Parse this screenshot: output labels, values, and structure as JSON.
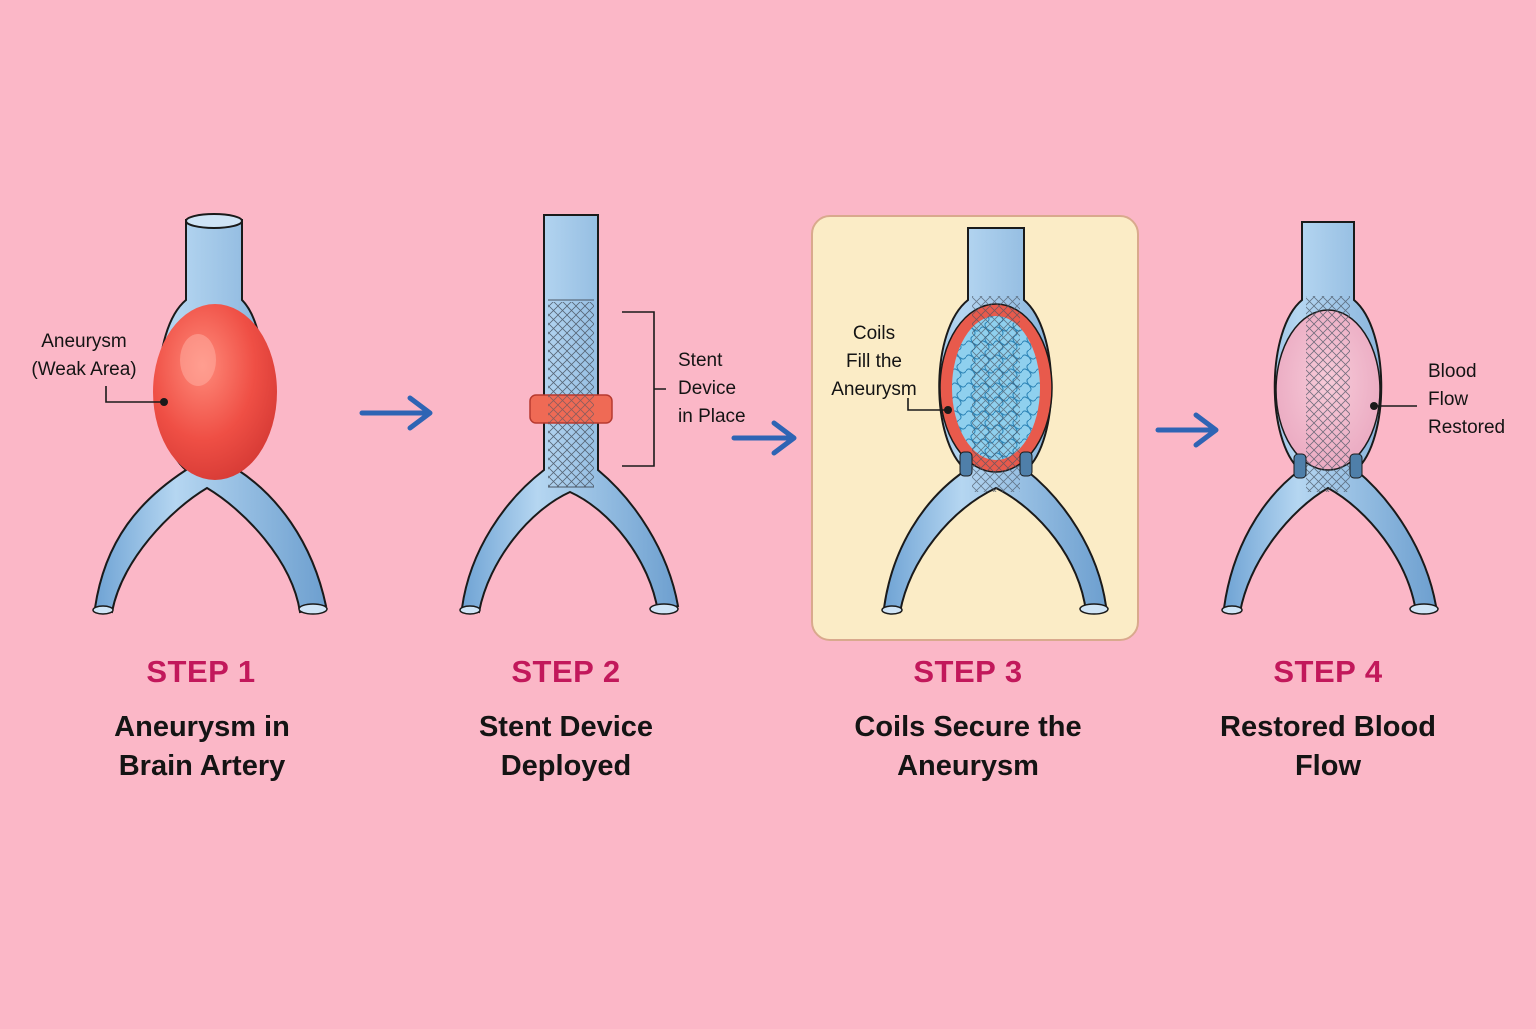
{
  "steps": [
    {
      "number": "STEP 1",
      "title_line1": "Aneurysm in",
      "title_line2": "Brain Artery",
      "callout_line1": "Aneurysm",
      "callout_line2": "(Weak Area)"
    },
    {
      "number": "STEP 2",
      "title_line1": "Stent Device",
      "title_line2": "Deployed",
      "callout_line1": "Stent",
      "callout_line2": "Device",
      "callout_line3": "in Place"
    },
    {
      "number": "STEP 3",
      "title_line1": "Coils Secure the",
      "title_line2": "Aneurysm",
      "callout_line1": "Coils",
      "callout_line2": "Fill the",
      "callout_line3": "Aneurysm"
    },
    {
      "number": "STEP 4",
      "title_line1": "Restored Blood",
      "title_line2": "Flow",
      "callout_line1": "Blood",
      "callout_line2": "Flow",
      "callout_line3": "Restored"
    }
  ],
  "colors": {
    "background": "#fbb7c7",
    "step_label": "#c2185b",
    "vessel": "#8fbde3",
    "aneurysm": "#ee5047",
    "coil": "#5fb3dc",
    "arrow": "#2e64b4",
    "highlight_panel": "#fbecc6"
  },
  "icons": [
    "right-arrow-icon",
    "right-arrow-icon",
    "right-arrow-icon"
  ]
}
